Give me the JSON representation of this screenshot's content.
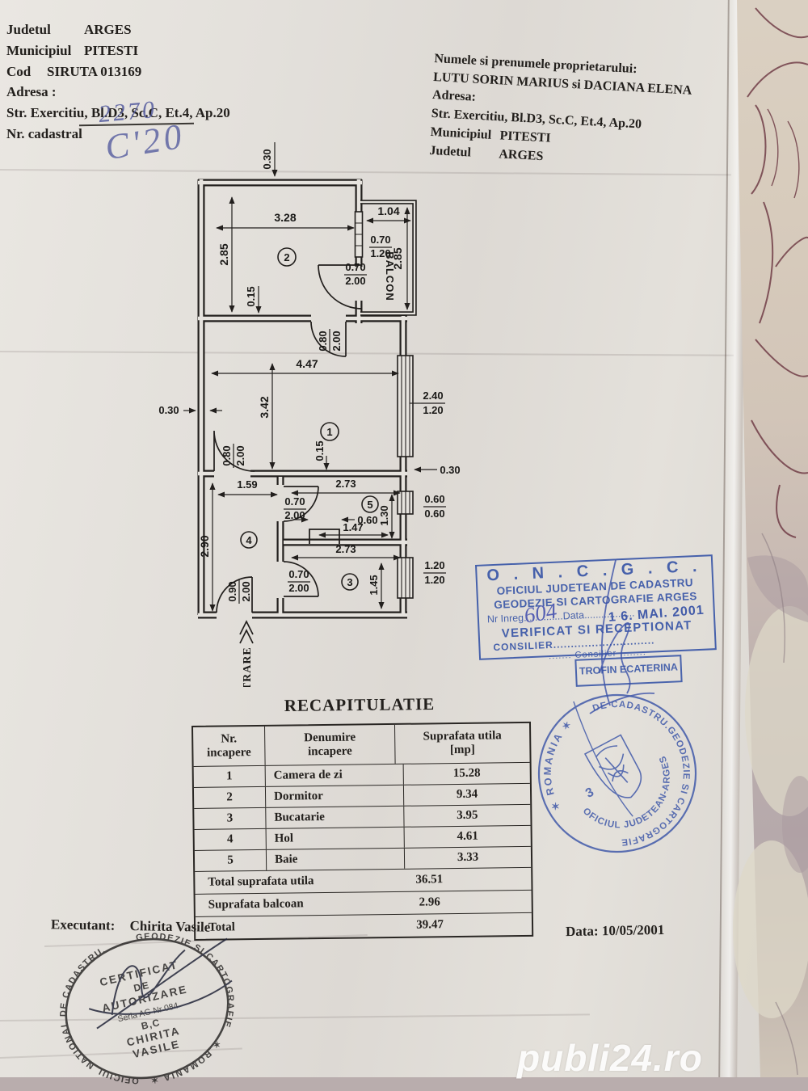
{
  "header_left": {
    "line1_label": "Judetul",
    "line1_value": "ARGES",
    "line2_label": "Municipiul",
    "line2_value": "PITESTI",
    "line3_label": "Cod",
    "line3_value": "SIRUTA 013169",
    "line4": "Adresa :",
    "line5": "Str. Exercitiu, Bl.D3, Sc.C, Et.4, Ap.20",
    "line6_label": "Nr. cadastral",
    "handwritten_number": "2270",
    "handwritten_code": "C'20"
  },
  "header_right": {
    "line1": "Numele si prenumele proprietarului:",
    "line2": "LUTU SORIN MARIUS si DACIANA ELENA",
    "line3": "Adresa:",
    "line4": "Str. Exercitiu, Bl.D3, Sc.C, Et.4, Ap.20",
    "line5_label": "Municipiul",
    "line5_value": "PITESTI",
    "line6_label": "Judetul",
    "line6_value": "ARGES"
  },
  "plan": {
    "dims": {
      "d030": "0.30",
      "d328": "3.28",
      "d285": "2.85",
      "d015": "0.15",
      "d104": "1.04",
      "d070": "0.70",
      "d120": "1.20",
      "d200": "2.00",
      "d080": "0.80",
      "d447": "4.47",
      "d342": "3.42",
      "d240": "2.40",
      "d159": "1.59",
      "d273": "2.73",
      "d060": "0.60",
      "d130": "1.30",
      "d147": "1.47",
      "d290": "2.90",
      "d145": "1.45",
      "d090": "0.90"
    },
    "rooms": {
      "r1": "1",
      "r2": "2",
      "r3": "3",
      "r4": "4",
      "r5": "5"
    },
    "balcon": "BALCON",
    "intrare": "INTRARE"
  },
  "stamps": {
    "oncgc": {
      "title": "O . N . C . G . C .",
      "line1": "OFICIUL JUDETEAN DE CADASTRU",
      "line2": "GEODEZIE SI CARTOGRAFIE ARGES",
      "nr_label": "Nr Inreg",
      "nr_dots": "..............",
      "data_label": "Data",
      "data_dots": "..................",
      "nr_value": "604",
      "date_stamp": "1 6. MAI. 2001",
      "line3": "VERIFICAT SI RECEPTIONAT",
      "consilier_label": "CONSILIER",
      "consilier_dots": ".............................",
      "sub_label": "....... Consilier ........",
      "sub_name": "TROFIN ECATERINA"
    },
    "round_blue": {
      "ring_a": "✶ ROMANIA ✶",
      "ring_b": "DE CADASTRU.GEODEZIE SI CARTOGRAFIE",
      "inner": "OFICIUL JUDETEAN-ARGES",
      "number": "3"
    },
    "round_black": {
      "ring_a": "OFICIUL NATIONAL DE CADASTRU.",
      "ring_b": "GEODEZIE SI CARTOGRAFIE",
      "ring_c": "✶ ROMANIA ✶",
      "l1": "CERTIFICAT",
      "l2": "DE",
      "l3": "AUTORIZARE",
      "l4": "Seria AG Nr 084",
      "l5": "B,C",
      "l6": "CHIRITA",
      "l7": "VASILE"
    }
  },
  "table": {
    "title": "RECAPITULATIE",
    "col1a": "Nr.",
    "col1b": "incapere",
    "col2a": "Denumire",
    "col2b": "incapere",
    "col3a": "Suprafata utila",
    "col3b": "[mp]",
    "rows": [
      {
        "nr": "1",
        "name": "Camera de zi",
        "area": "15.28"
      },
      {
        "nr": "2",
        "name": "Dormitor",
        "area": "9.34"
      },
      {
        "nr": "3",
        "name": "Bucatarie",
        "area": "3.95"
      },
      {
        "nr": "4",
        "name": "Hol",
        "area": "4.61"
      },
      {
        "nr": "5",
        "name": "Baie",
        "area": "3.33"
      }
    ],
    "totals": [
      {
        "label": "Total suprafata utila",
        "value": "36.51"
      },
      {
        "label": "Suprafata balcoan",
        "value": "2.96"
      },
      {
        "label": "Total",
        "value": "39.47"
      }
    ]
  },
  "footer": {
    "executant_label": "Executant:",
    "executant_name": "Chirita Vasile",
    "date": "Data: 10/05/2001"
  },
  "watermark": "publi24.ro"
}
